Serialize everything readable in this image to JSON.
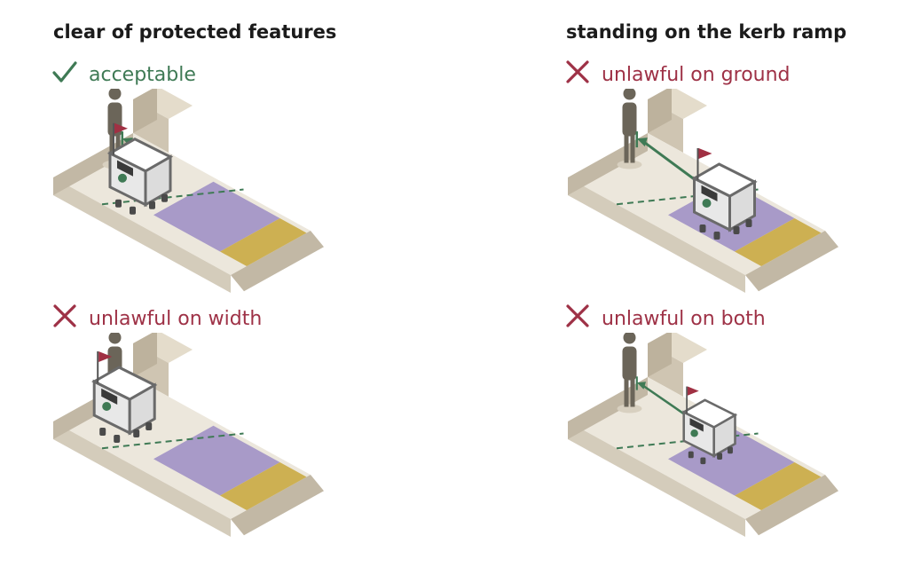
{
  "columns": [
    {
      "title": "clear of protected features"
    },
    {
      "title": "standing on the kerb ramp"
    }
  ],
  "panels": [
    {
      "id": "tl",
      "verdict": "acceptable",
      "status": "ok",
      "robot": "clear",
      "scale": 1.0
    },
    {
      "id": "tr",
      "verdict": "unlawful on ground",
      "status": "bad",
      "robot": "ramp",
      "scale": 1.0
    },
    {
      "id": "bl",
      "verdict": "unlawful on width",
      "status": "bad",
      "robot": "narrow",
      "scale": 1.0
    },
    {
      "id": "br",
      "verdict": "unlawful on both",
      "status": "bad",
      "robot": "both",
      "scale": 0.85
    }
  ],
  "colors": {
    "ok": "#3f7a55",
    "bad": "#9e3146",
    "wall_top": "#e4dccb",
    "wall_front": "#cfc5b2",
    "wall_side": "#bdb29d",
    "pavement_top": "#ece7dc",
    "pavement_front": "#d4ccbb",
    "pavement_side": "#c2b8a5",
    "ramp": "#a89ac8",
    "tactile": "#cdb052",
    "person": "#6b6559",
    "robot_body": "#ffffff",
    "robot_frame": "#6a6a6a",
    "flag": "#a03043",
    "arrow": "#3f7a55"
  }
}
